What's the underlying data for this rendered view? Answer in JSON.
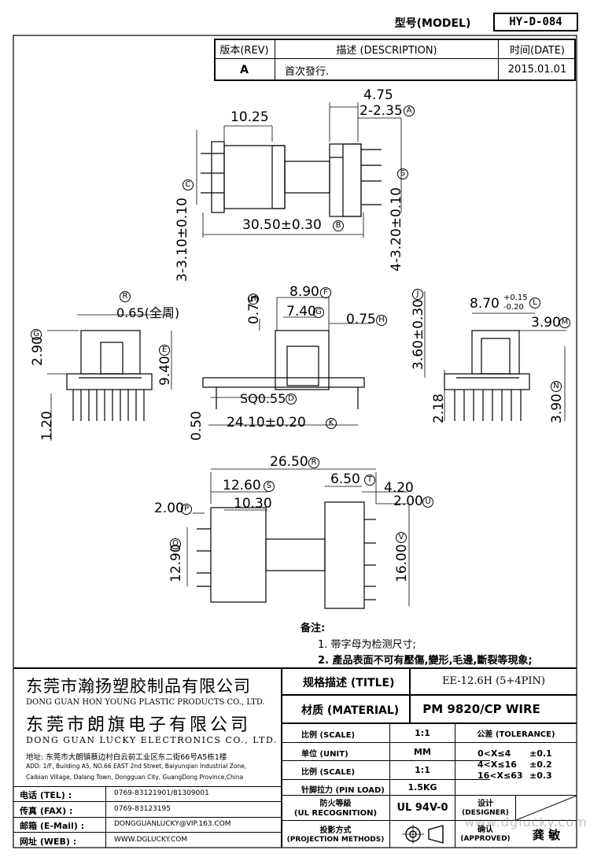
{
  "header": {
    "model_label": "型号(MODEL)",
    "model_value": "HY-D-084",
    "rev_label": "版本(REV)",
    "desc_label": "描述 (DESCRIPTION)",
    "date_label": "时间(DATE)",
    "rev_value": "A",
    "desc_value": "首次發行.",
    "date_value": "2015.01.01"
  },
  "dimensions": {
    "d475": "4.75",
    "d2235": "2-2.35",
    "mA": "A",
    "d1025": "10.25",
    "d3050": "30.50±0.30",
    "mB": "B",
    "d3310": "3-3.10±0.10",
    "mC": "C",
    "d4320": "4-3.20±0.10",
    "mS": "S",
    "d065": "0.65(全周)",
    "mR": "R",
    "d290": "2.90",
    "mG": "G",
    "d940": "9.40",
    "mE": "E",
    "d120": "1.20",
    "d075a": "0.75",
    "mH": "H",
    "d890": "8.90",
    "mF": "F",
    "d740": "7.40",
    "d075b": "0.75",
    "d360": "3.60±0.30",
    "mJ": "J",
    "dsq": "SQ0.55",
    "mD": "D",
    "d050": "0.50",
    "d2410": "24.10±0.20",
    "mK": "K",
    "d870": "8.70",
    "d870tol_plus": "+0.15",
    "d870tol_minus": "-0.20",
    "mL": "L",
    "d390a": "3.90",
    "mM": "M",
    "d218": "2.18",
    "d390b": "3.90",
    "mN": "N",
    "d2650": "26.50",
    "mR2": "R",
    "d1260": "12.60",
    "mS2": "S",
    "d1030": "10.30",
    "d200a": "2.00",
    "mP": "P",
    "d1290": "12.90",
    "mO": "O",
    "d650": "6.50",
    "mT": "T",
    "d420": "4.20",
    "d200b": "2.00",
    "mU": "U",
    "d1600": "16.00",
    "mV": "V"
  },
  "notes": {
    "title": "备注:",
    "line1": "1. 带字母为检测尺寸;",
    "line2": "2. 產品表面不可有壓傷,變形,毛邊,斷裂等現象;"
  },
  "company": {
    "name1_cn": "东莞市瀚扬塑胶制品有限公司",
    "name1_en": "DONG GUAN HON YOUNG PLASTIC PRODUCTS CO., LTD.",
    "name2_cn": "东莞市朗旗电子有限公司",
    "name2_en": "DONG GUAN LUCKY ELECTRONICS CO., LTD.",
    "addr_cn": "地址: 东莞市大朗镇蔡边村白云前工业区东二街66号A5栋1楼",
    "addr_en1": "ADD: 1/F, Building A5, NO.66 EAST 2nd Street, Baiyunqian Industrial Zone,",
    "addr_en2": "Caibian Village, Dalang Town, Dongguan City, GuangDong Province,China"
  },
  "contact": [
    {
      "label": "电话 (TEL) :",
      "value": "0769-83121901/81309001"
    },
    {
      "label": "传真 (FAX) :",
      "value": "0769-83123195"
    },
    {
      "label": "邮箱 (E-Mail) :",
      "value": "DONGGUANLUCKY@VIP.163.COM"
    },
    {
      "label": "网址 (WEB) :",
      "value": "WWW.DGLUCKY.COM"
    }
  ],
  "spec": {
    "title_label": "规格描述 (TITLE)",
    "title_value": "EE-12.6H (5+4PIN)",
    "material_label": "材质 (MATERIAL)",
    "material_value": "PM 9820/CP WIRE",
    "scale_label": "比例 (SCALE)",
    "scale_value": "1:1",
    "tol_header": "公差 (TOLERANCE)",
    "unit_label": "单位 (UNIT)",
    "unit_value": "MM",
    "scale2_label": "比例 (SCALE)",
    "scale2_value": "1:1",
    "pin_label": "针脚拉力 (PIN LOAD)",
    "pin_value": "1.5KG",
    "fire_label1": "防火等級",
    "fire_label2": "(UL RECOGNITION)",
    "fire_value": "UL 94V-0",
    "proj_label1": "投影方式",
    "proj_label2": "(PROJECTION METHODS)",
    "tol1_range": "0<X≤4",
    "tol1_val": "±0.1",
    "tol2_range": "4<X≤16",
    "tol2_val": "±0.2",
    "tol3_range": "16<X≤63",
    "tol3_val": "±0.3",
    "designer_label1": "设计",
    "designer_label2": "(DESIGNER)",
    "approved_label1": "确认",
    "approved_label2": "(APPROVED)",
    "approved_value": "龚 敏"
  },
  "watermark": "www.dglucky.com"
}
